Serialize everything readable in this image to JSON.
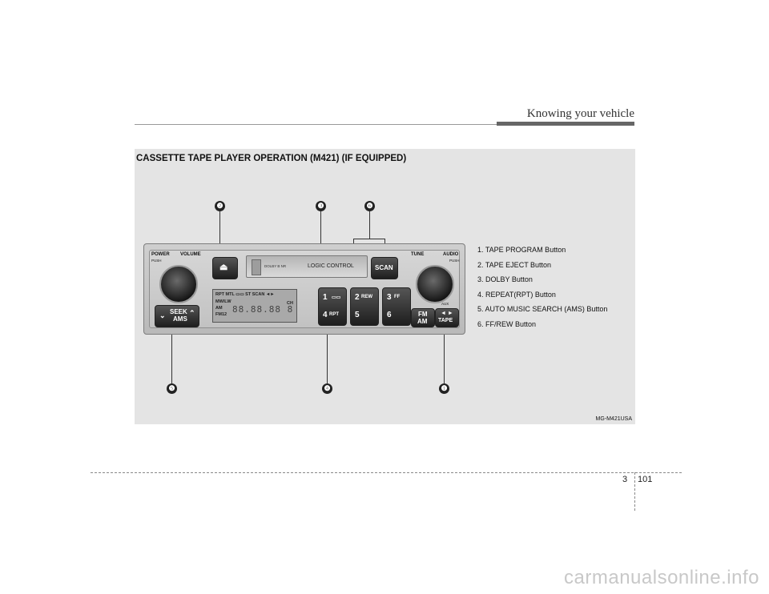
{
  "header": {
    "title": "Knowing your vehicle"
  },
  "section": {
    "title": "CASSETTE TAPE PLAYER OPERATION (M421) (IF EQUIPPED)"
  },
  "callouts": [
    "❶",
    "❷",
    "❸",
    "❹",
    "❺",
    "❻"
  ],
  "radio": {
    "power_label": "POWER",
    "push_label_left": "PUSH",
    "volume_label": "VOLUME",
    "tune_label": "TUNE",
    "audio_label": "AUDIO",
    "push_label_right": "PUSH",
    "aux_label": "AUX",
    "logic_control": "LOGIC CONTROL",
    "dolby_mark": "DOLBY B NR",
    "scan_button": "SCAN",
    "seek_button": "SEEK",
    "ams_label": "AMS",
    "fm_label": "FM",
    "am_label": "AM",
    "tape_label": "TAPE",
    "tape_arrows": "◄ ►",
    "preset1": "1",
    "preset1_sub": "▭▭",
    "preset2": "2",
    "preset2_sub": "REW",
    "preset3": "3",
    "preset3_sub": "FF",
    "preset4": "4",
    "preset4_sub": "RPT",
    "preset5": "5",
    "preset6": "6",
    "display_row1": "RPT  MTL  ▭▭  ST  SCAN  ◄►",
    "display_row2": "MW/LW",
    "display_row3": "AM",
    "display_row4": "FM12",
    "display_ch": "CH",
    "display_digits": "88.88.88 8"
  },
  "legend": [
    "1. TAPE PROGRAM Button",
    "2. TAPE EJECT Button",
    "3. DOLBY Button",
    "4. REPEAT(RPT) Button",
    "5. AUTO MUSIC SEARCH (AMS) Button",
    "6. FF/REW Button"
  ],
  "caption": "MG-M421USA",
  "footer": {
    "chapter": "3",
    "page": "101"
  },
  "watermark": "carmanualsonline.info",
  "colors": {
    "panel": "#e4e4e4",
    "button": "#1e1e1e",
    "rule": "#666666"
  }
}
